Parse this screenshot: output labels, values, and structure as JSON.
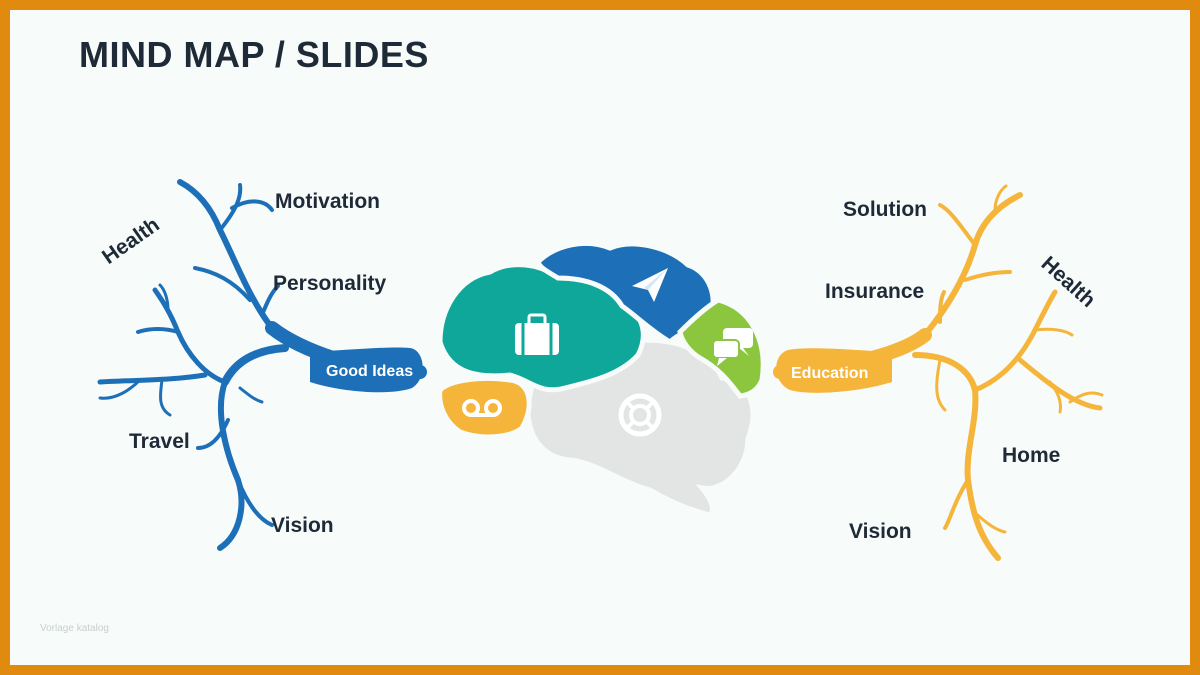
{
  "slide": {
    "title": "MIND MAP / SLIDES",
    "watermark": "Vorlage katalog"
  },
  "left_tree": {
    "color": "#1d70b8",
    "root_label": "Good Ideas",
    "branches": [
      "Motivation",
      "Personality",
      "Health",
      "Travel",
      "Vision"
    ]
  },
  "right_tree": {
    "color": "#f5b53a",
    "root_label": "Education",
    "branches": [
      "Solution",
      "Insurance",
      "Health",
      "Home",
      "Vision"
    ]
  },
  "brain": {
    "segments": [
      {
        "name": "briefcase-segment",
        "icon": "briefcase-icon",
        "color": "#0fa79a"
      },
      {
        "name": "paper-plane-segment",
        "icon": "paper-plane-icon",
        "color": "#1d70b8"
      },
      {
        "name": "chat-segment",
        "icon": "chat-bubbles-icon",
        "color": "#8cc63f"
      },
      {
        "name": "voicemail-segment",
        "icon": "voicemail-icon",
        "color": "#f5b53a"
      },
      {
        "name": "lifebuoy-segment",
        "icon": "lifebuoy-icon",
        "color": "#e3e5e4"
      }
    ]
  }
}
